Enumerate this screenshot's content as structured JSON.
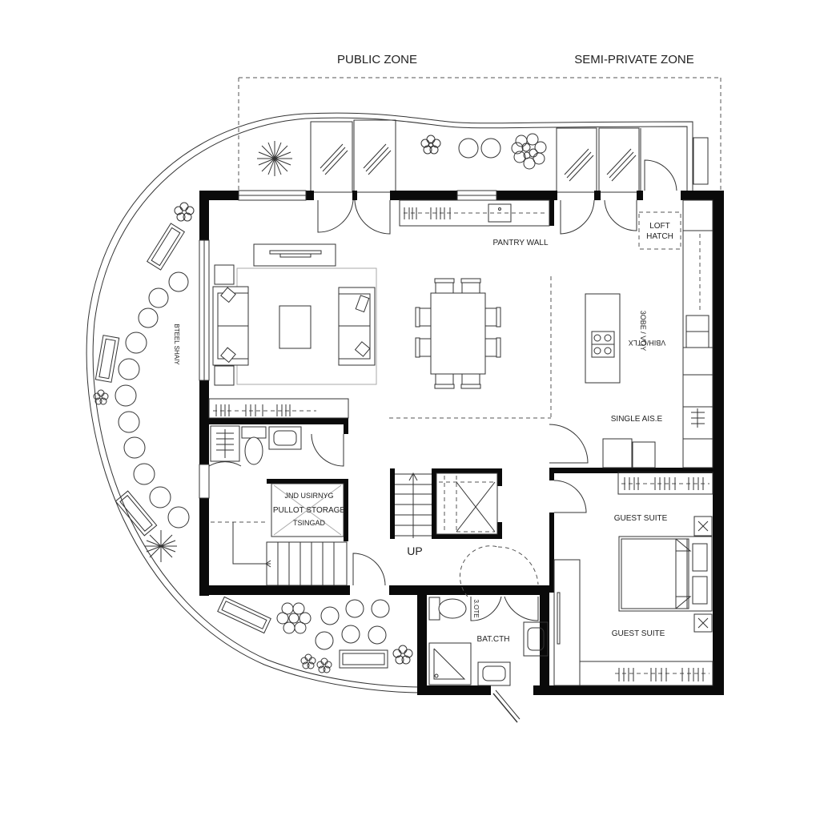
{
  "zones": {
    "public": "PUBLIC ZONE",
    "semi_private": "SEMI-PRIVATE ZONE"
  },
  "rooms": {
    "pantry_wall": "PANTRY WALL",
    "loft_hatch_line1": "LOFT",
    "loft_hatch_line2": "HATCH",
    "kitchen_line1": "VBIH/CTLX",
    "kitchen_line2": "3OBE / VOY",
    "single_aisle": "SINGLE AIS.E",
    "side_label": "BTEEL SHAIY",
    "storage_line1": "JND USIRNYG",
    "storage_line2": "PULLOT STORAGE",
    "storage_line3": "TSINGAD",
    "stair_up": "UP",
    "bathroom": "BAT.CTH",
    "bath_door_label": "3.OTE",
    "guest_suite_top": "GUEST SUITE",
    "guest_suite_bottom": "GUEST SUITE"
  },
  "colors": {
    "wall": "#0a0a0a",
    "line": "#333333",
    "background": "#ffffff"
  }
}
